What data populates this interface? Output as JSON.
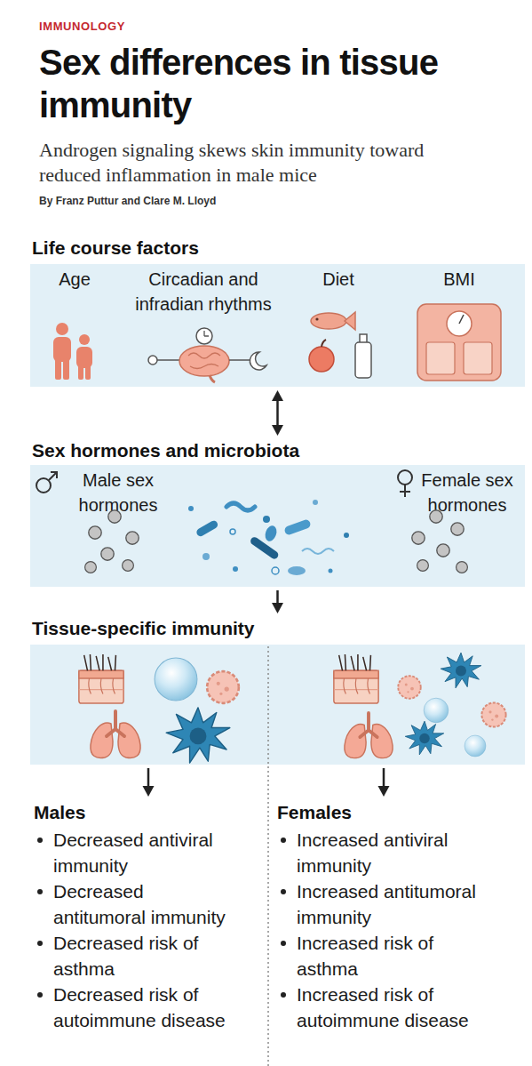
{
  "diagram": {
    "title": "Sex differences in tissue immunity",
    "nodes": [
      {
        "text": [
          "Life course factors",
          "Age",
          "Circadian and infradian rhythms",
          "Diet",
          "BMI"
        ]
      },
      {
        "text": [
          "Sex hormones and microbiota",
          "Male sex hormones",
          "Female sex hormones"
        ]
      },
      {
        "text": [
          "Tissue-specific immunity"
        ]
      },
      {
        "text": [
          "Males",
          "Decreased antiviral immunity",
          "Decreased antitumoral immunity",
          "Decreased risk of asthma",
          "Decreased risk of autoimmune disease"
        ]
      },
      {
        "text": [
          "Females",
          "Increased antiviral immunity",
          "Increased antitumoral immunity",
          "Increased risk of asthma",
          "Increased risk of autoimmune disease"
        ]
      }
    ],
    "edges": [
      {
        "from": 0,
        "to": 1,
        "arrow": "both"
      },
      {
        "from": 1,
        "to": 2,
        "arrow": "to"
      },
      {
        "from": 2,
        "to": 3,
        "arrow": "to"
      },
      {
        "from": 2,
        "to": 4,
        "arrow": "to"
      }
    ],
    "labels": [
      "IMMUNOLOGY",
      "Androgen signaling skews skin immunity toward reduced inflammation in male mice",
      "By Franz Puttur and Clare M. Lloyd"
    ]
  }
}
